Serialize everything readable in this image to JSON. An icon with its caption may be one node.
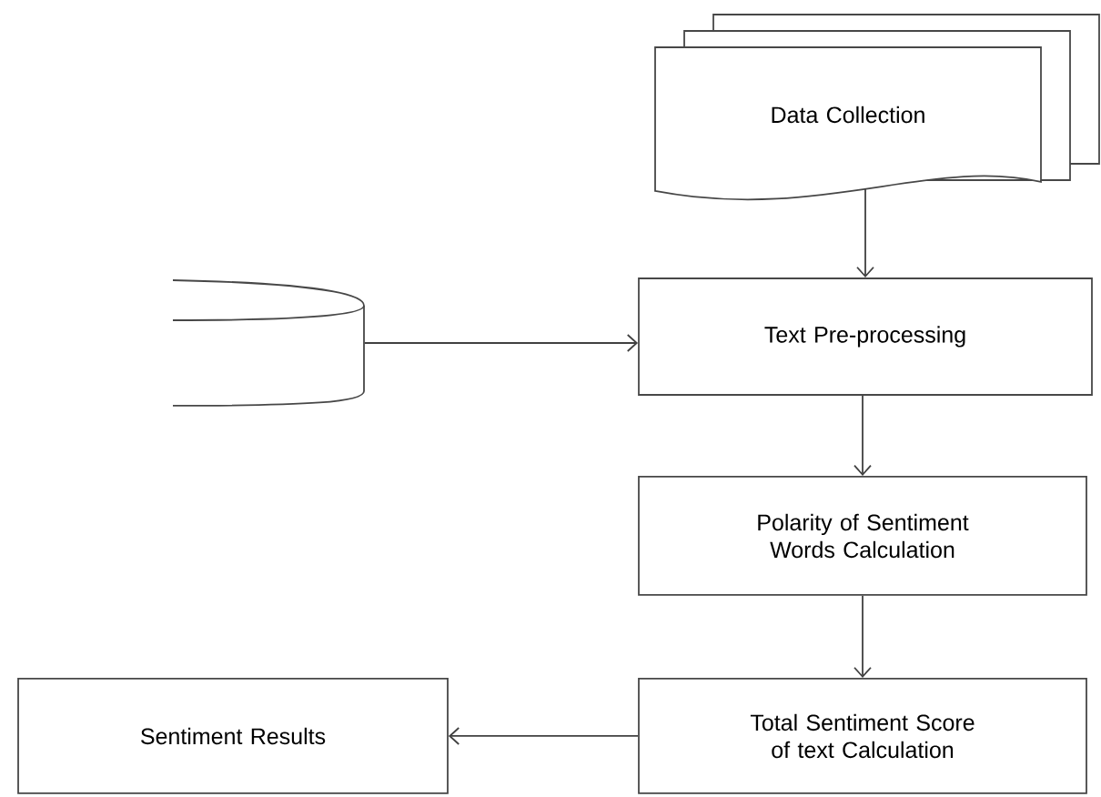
{
  "diagram": {
    "nodes": [
      {
        "text": [
          "Data Collection"
        ]
      },
      {
        "text": [],
        "shape": "cylinder"
      },
      {
        "text": [
          "Text Pre-processing"
        ]
      },
      {
        "text": [
          "Polarity of Sentiment Words Calculation"
        ]
      },
      {
        "text": [
          "Total Sentiment Score of text Calculation"
        ]
      },
      {
        "text": [
          "Sentiment Results"
        ]
      }
    ],
    "edges": [
      {
        "from": 0,
        "to": 2,
        "arrow": "to"
      },
      {
        "from": 1,
        "to": 2,
        "arrow": "to"
      },
      {
        "from": 2,
        "to": 3,
        "arrow": "to"
      },
      {
        "from": 3,
        "to": 4,
        "arrow": "to"
      },
      {
        "from": 4,
        "to": 5,
        "arrow": "to"
      }
    ]
  }
}
